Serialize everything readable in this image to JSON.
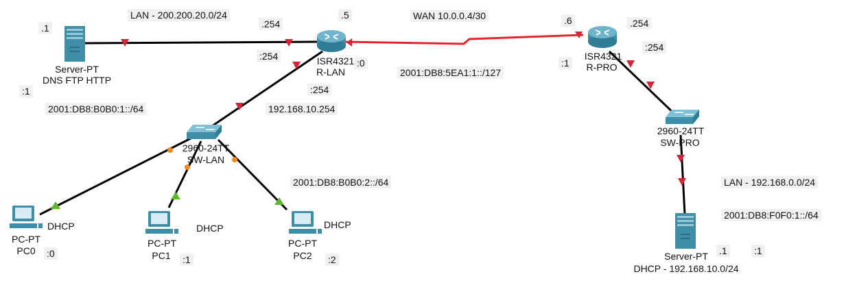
{
  "notes": {
    "lan_left": "LAN - 200.200.20.0/24",
    "wan": "WAN 10.0.0.4/30",
    "wan_v6": "2001:DB8:5EA1:1::/127",
    "v6_server_net": "2001:DB8:B0B0:1::/64",
    "v6_pc_net": "2001:DB8:B0B0:2::/64",
    "v4_pc_gw": "192.168.10.254",
    "lan_right": "LAN - 192.168.0.0/24",
    "v6_right": "2001:DB8:F0F0:1::/64",
    "dhcp_pool": "DHCP - 192.168.10.0/24"
  },
  "addr": {
    "srv_left_v4": ".1",
    "srv_left_v6": ":1",
    "rlan_to_srv_v4": ".254",
    "rlan_to_srv_v6": ":254",
    "rlan_wan_v4": ".5",
    "rlan_wan_v6": ":0",
    "rlan_to_sw_v6": ":254",
    "rpro_wan_v4": ".6",
    "rpro_wan_v6": ":1",
    "rpro_to_sw_v4": ".254",
    "rpro_to_sw_v6": ":254",
    "pc0_v6": ":0",
    "pc1_v6": ":1",
    "pc2_v6": ":2",
    "srv_right_v4": ".1",
    "srv_right_v6": ":1"
  },
  "devices": {
    "server_left": {
      "model": "Server-PT",
      "name": "DNS FTP HTTP"
    },
    "r_lan": {
      "model": "ISR4321",
      "name": "R-LAN"
    },
    "r_pro": {
      "model": "ISR4321",
      "name": "R-PRO"
    },
    "sw_lan": {
      "model": "2960-24TT",
      "name": "SW-LAN"
    },
    "sw_pro": {
      "model": "2960-24TT",
      "name": "SW-PRO"
    },
    "pc0": {
      "model": "PC-PT",
      "name": "PC0",
      "dhcp": "DHCP"
    },
    "pc1": {
      "model": "PC-PT",
      "name": "PC1",
      "dhcp": "DHCP"
    },
    "pc2": {
      "model": "PC-PT",
      "name": "PC2",
      "dhcp": "DHCP"
    },
    "server_right": {
      "model": "Server-PT"
    }
  },
  "colors": {
    "link": "#000000",
    "wan_link": "#e0262b",
    "down_marker": "#d32535",
    "up_marker": "#5cb82e",
    "orange_marker": "#f08a1c",
    "device": "#3e8ea8"
  },
  "icons": {
    "router": "router-icon",
    "switch": "switch-icon",
    "server": "server-icon",
    "pc": "pc-icon"
  }
}
